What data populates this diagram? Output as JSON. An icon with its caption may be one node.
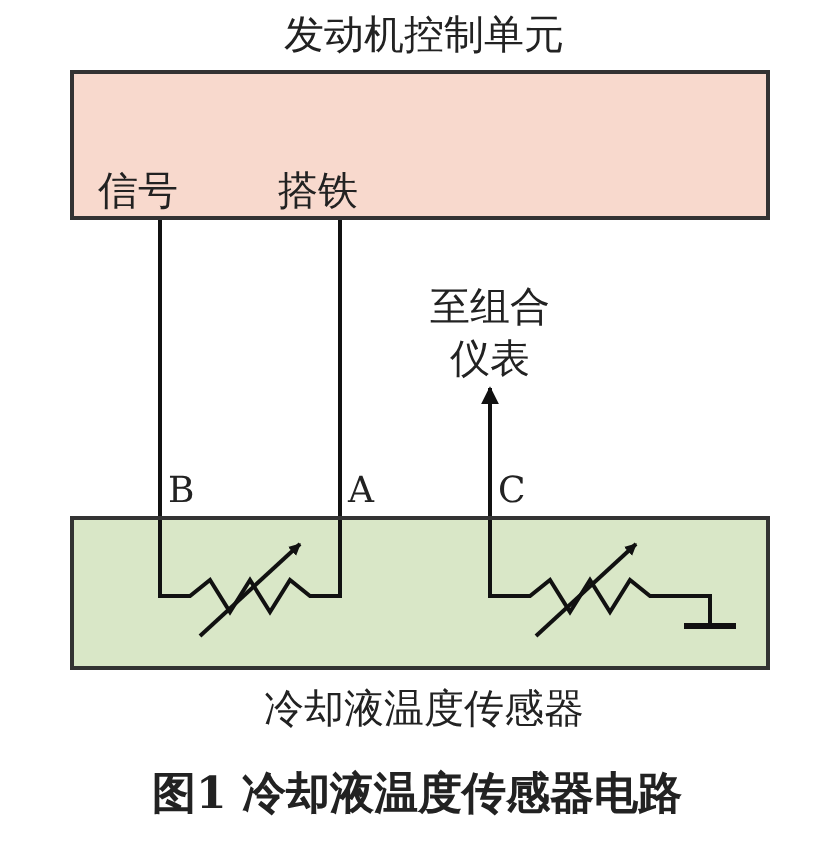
{
  "diagram": {
    "caption": "图1 冷却液温度传感器电路",
    "nodes": [
      {
        "text": [
          "发动机控制单元",
          "信号",
          "搭铁"
        ]
      },
      {
        "text": [
          "冷却液温度传感器"
        ]
      },
      {
        "text": [
          "至组合仪表"
        ]
      }
    ],
    "edges": [
      {
        "from": 0,
        "to": 1,
        "arrow": "none"
      },
      {
        "from": 0,
        "to": 1,
        "arrow": "none"
      },
      {
        "from": 1,
        "to": 2,
        "arrow": "to"
      }
    ],
    "labels": [
      "B",
      "A",
      "C"
    ]
  }
}
